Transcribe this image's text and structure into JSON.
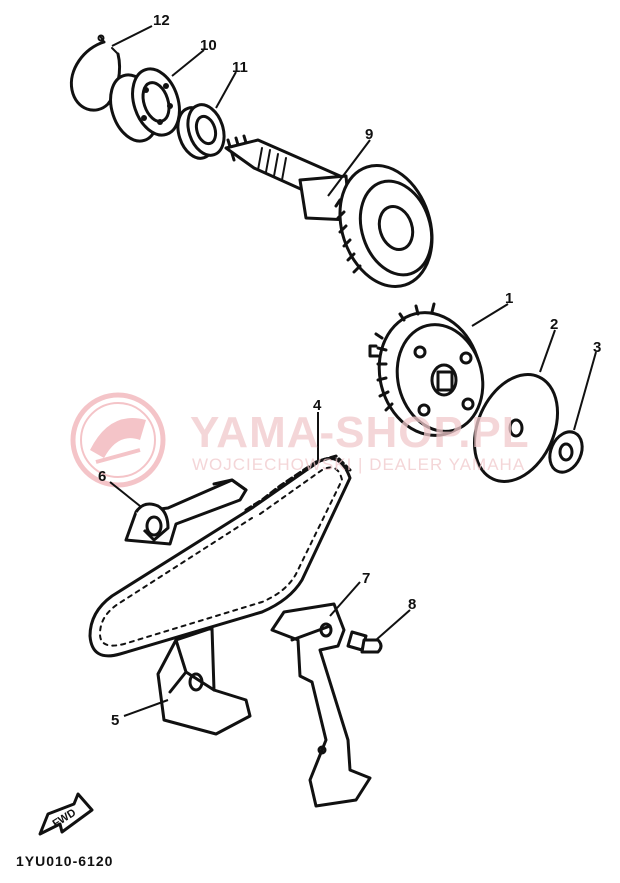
{
  "watermark": {
    "title": "YAMA-SHOP.PL",
    "subtitle": "WOJCIECHOWSKI | DEALER YAMAHA",
    "color": "#e25a64"
  },
  "callouts": [
    {
      "id": "12",
      "label": "12"
    },
    {
      "id": "10",
      "label": "10"
    },
    {
      "id": "11",
      "label": "11"
    },
    {
      "id": "9",
      "label": "9"
    },
    {
      "id": "1",
      "label": "1"
    },
    {
      "id": "2",
      "label": "2"
    },
    {
      "id": "3",
      "label": "3"
    },
    {
      "id": "4",
      "label": "4"
    },
    {
      "id": "6",
      "label": "6"
    },
    {
      "id": "7",
      "label": "7"
    },
    {
      "id": "8",
      "label": "8"
    },
    {
      "id": "5",
      "label": "5"
    }
  ],
  "fwd_label": "FWD",
  "figure_code": "1YU010-6120"
}
